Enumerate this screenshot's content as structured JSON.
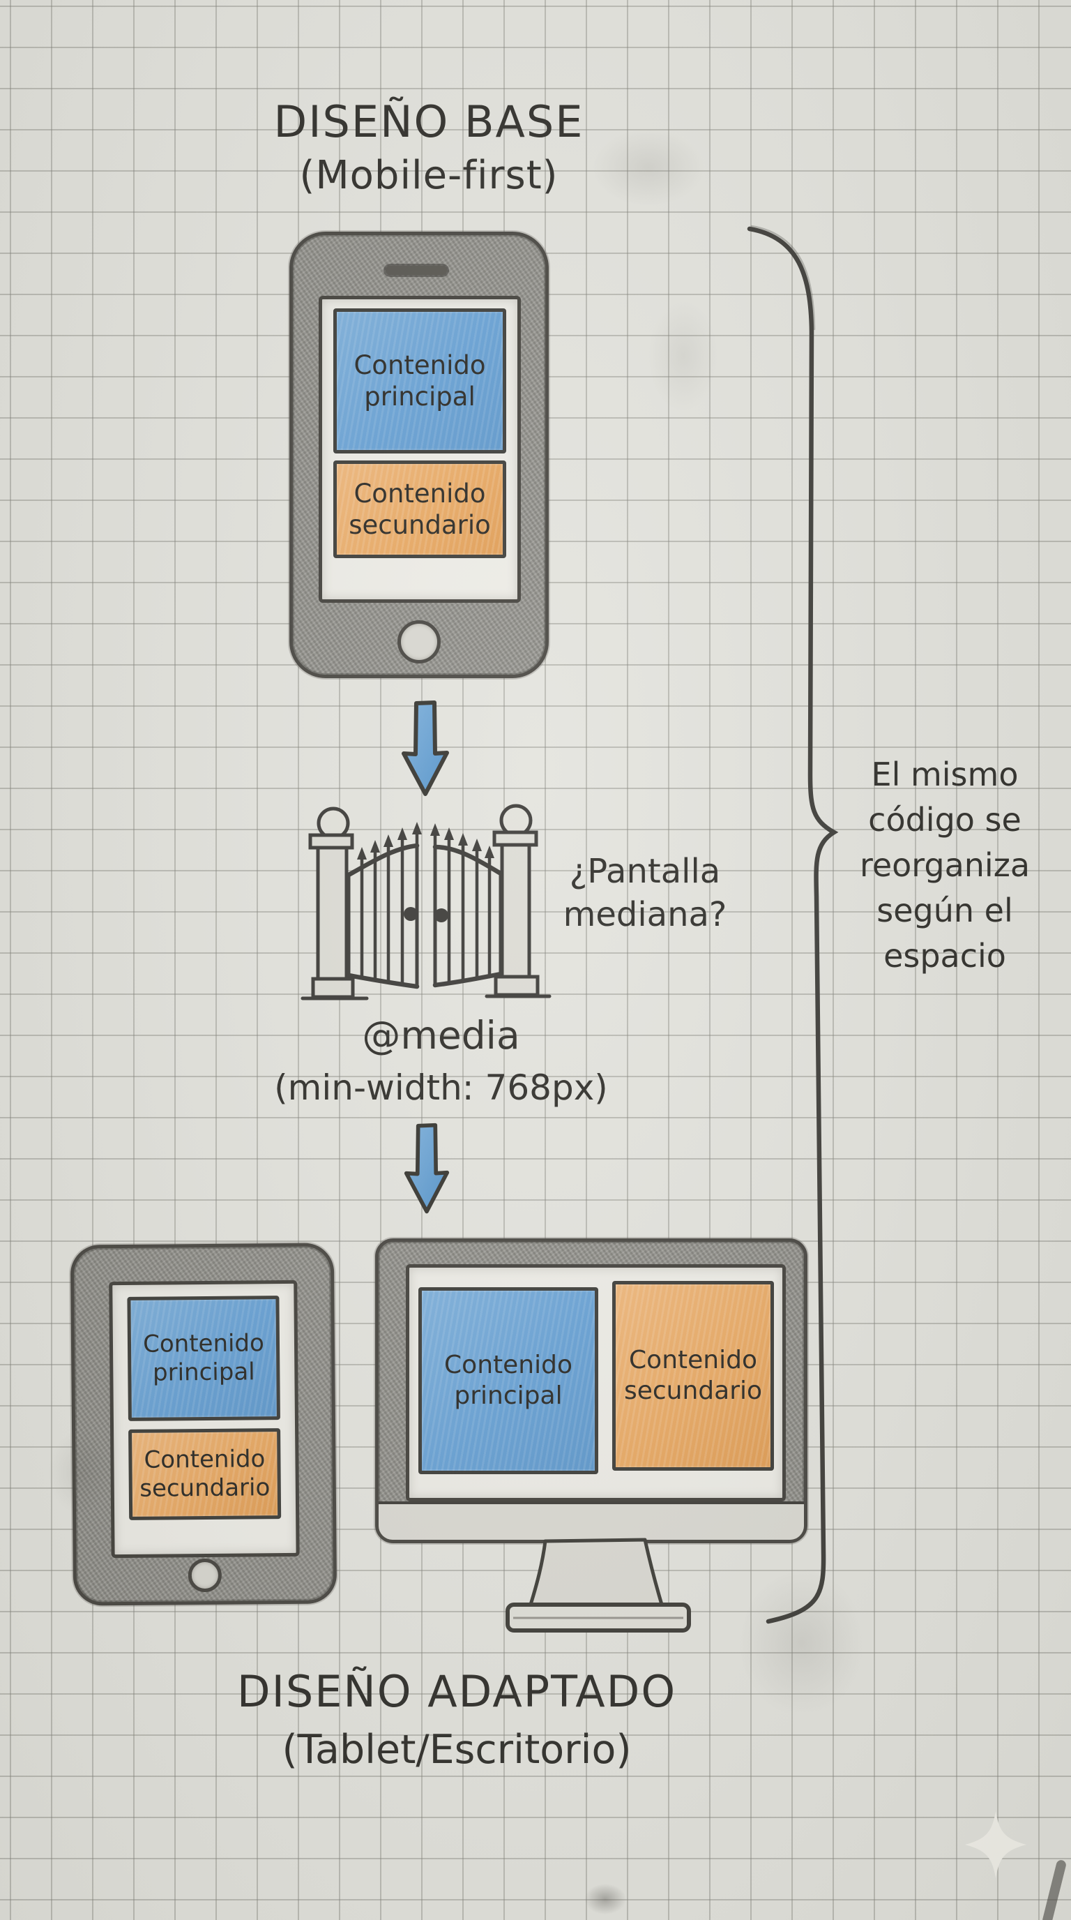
{
  "top": {
    "title": "DISEÑO BASE",
    "subtitle": "(Mobile-first)"
  },
  "phone": {
    "primary": "Contenido principal",
    "secondary": "Contenido secundario"
  },
  "question": {
    "line1": "¿Pantalla",
    "line2": "mediana?"
  },
  "media": {
    "line1": "@media",
    "line2": "(min-width: 768px)"
  },
  "tablet": {
    "primary": "Contenido principal",
    "secondary": "Contenido secundario"
  },
  "desktop": {
    "primary": "Contenido principal",
    "secondary": "Contenido secundario"
  },
  "bottom": {
    "title": "DISEÑO ADAPTADO",
    "subtitle": "(Tablet/Escritorio)"
  },
  "note": {
    "lines": [
      "El mismo",
      "código se",
      "reorganiza",
      "según el",
      "espacio"
    ]
  },
  "colors": {
    "paper": "#e3e3dd",
    "grid": "#82827a",
    "ink": "#2b2a26",
    "pencil_gray": "#908f89",
    "primary_blue": "#649fd4",
    "secondary_orange": "#e9a861",
    "arrow_blue": "#5d9ad2",
    "sparkle": "#f3f2eb"
  },
  "icons": {
    "arrow_down": "arrow-down-icon",
    "gate": "gate-icon",
    "brace": "curly-brace-icon",
    "sparkle": "sparkle-icon"
  }
}
